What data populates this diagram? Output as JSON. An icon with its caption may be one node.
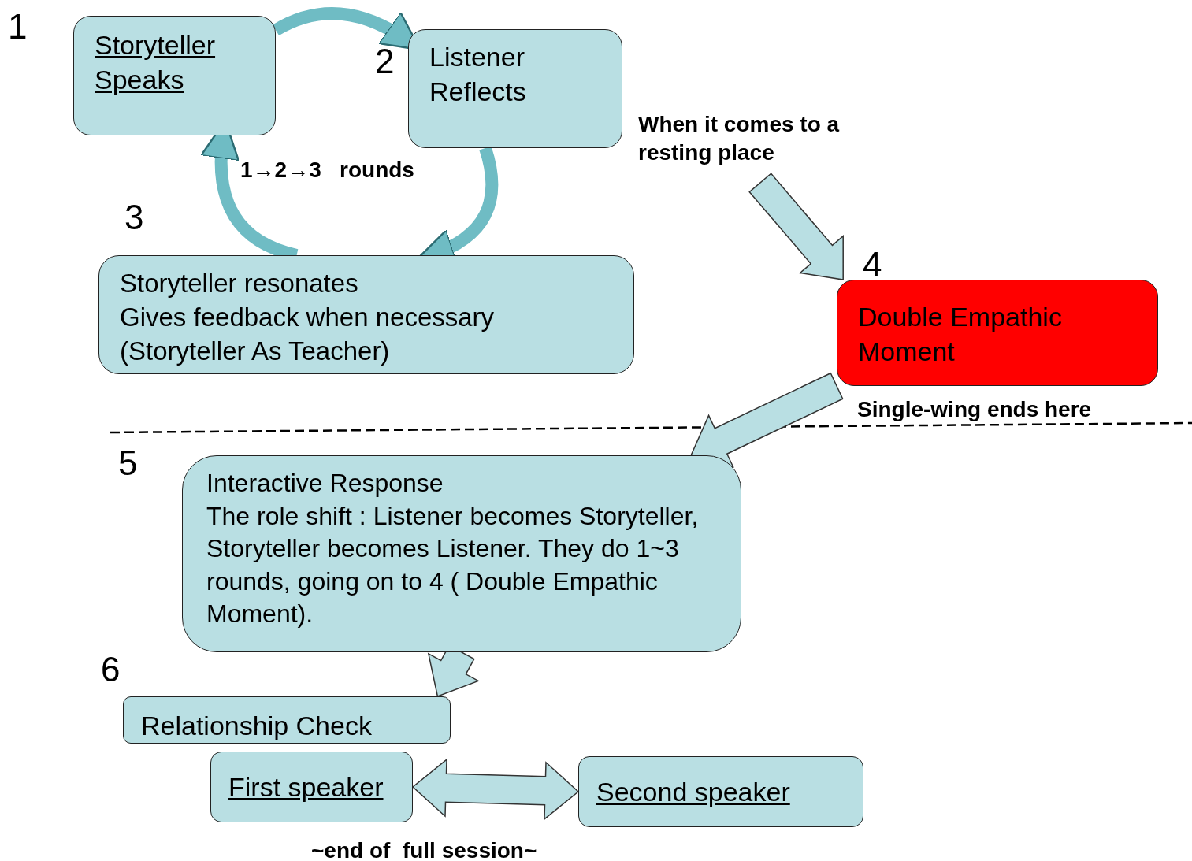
{
  "diagram": {
    "nodes": [
      {
        "text": [
          "Storyteller Speaks"
        ],
        "beside": [
          "1"
        ]
      },
      {
        "text": [
          "Listener Reflects"
        ],
        "beside": [
          "2"
        ]
      },
      {
        "text": [
          "Storyteller resonates",
          "Gives feedback when necessary",
          "(Storyteller As Teacher)"
        ],
        "beside": [
          "3"
        ]
      },
      {
        "text": [
          "Double Empathic Moment"
        ],
        "beside": [
          "4",
          "Single-wing ends here"
        ]
      },
      {
        "text": [
          "Interactive Response",
          "The role shift : Listener becomes Storyteller, Storyteller becomes Listener. They do 1~3 rounds, going on to 4 ( Double Empathic Moment)."
        ],
        "beside": [
          "5"
        ]
      },
      {
        "text": [
          "Relationship Check"
        ],
        "beside": [
          "6"
        ]
      },
      {
        "text": [
          "First speaker"
        ]
      },
      {
        "text": [
          "Second speaker"
        ]
      }
    ],
    "edges": [
      {
        "from": 0,
        "to": 1,
        "arrow": "to"
      },
      {
        "from": 1,
        "to": 2,
        "arrow": "to"
      },
      {
        "from": 2,
        "to": 0,
        "arrow": "to"
      },
      {
        "from": null,
        "to": 3,
        "arrow": "to",
        "label": "When it comes to a resting place"
      },
      {
        "from": 3,
        "to": 4,
        "arrow": "to"
      },
      {
        "from": 4,
        "to": 5,
        "arrow": "to"
      },
      {
        "from": 6,
        "to": 7,
        "arrow": "both"
      }
    ],
    "labels": [
      "1→2→3   rounds",
      "~end of  full session~"
    ]
  }
}
